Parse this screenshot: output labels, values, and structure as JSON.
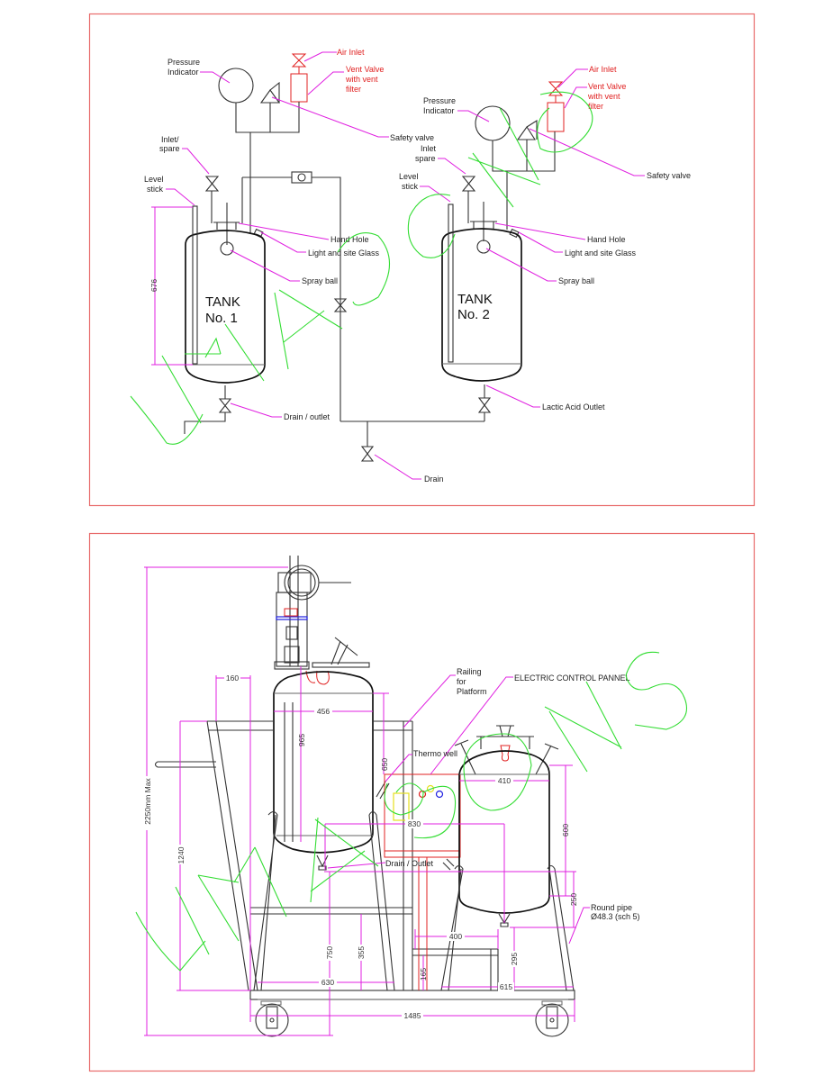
{
  "colors": {
    "frame": "#e86a6a",
    "leader": "#e020e0",
    "red_component": "#e02020",
    "watermark": "#33dd33",
    "line": "#333333"
  },
  "top_diagram": {
    "tank1": {
      "title_line1": "TANK",
      "title_line2": "No. 1",
      "pressure_indicator": [
        "Pressure",
        "Indicator"
      ],
      "air_inlet": "Air Inlet",
      "vent_valve": [
        "Vent Valve",
        "with vent",
        "filter"
      ],
      "safety_valve": "Safety valve",
      "inlet_spare": [
        "Inlet/",
        "spare"
      ],
      "level_stick": [
        "Level",
        "stick"
      ],
      "hand_hole": "Hand Hole",
      "light_glass": "Light and site Glass",
      "spray_ball": "Spray ball",
      "drain_outlet": "Drain / outlet",
      "level_dim": "676"
    },
    "tank2": {
      "title_line1": "TANK",
      "title_line2": "No. 2",
      "pressure_indicator": [
        "Pressure",
        "Indicator"
      ],
      "air_inlet": "Air Inlet",
      "vent_valve": [
        "Vent Valve",
        "with vent",
        "filter"
      ],
      "safety_valve": "Safety valve",
      "inlet_spare": [
        "Inlet",
        "spare"
      ],
      "level_stick": [
        "Level",
        "stick"
      ],
      "hand_hole": "Hand Hole",
      "light_glass": "Light and site Glass",
      "spray_ball": "Spray ball",
      "lactic_outlet": "Lactic Acid Outlet"
    },
    "drain": "Drain"
  },
  "bottom_diagram": {
    "labels": {
      "railing": [
        "Railing",
        "for",
        "Platform"
      ],
      "control_panel": "ELECTRIC CONTROL PANNEL",
      "thermo_well": "Thermo well",
      "drain_outlet": "Drain / Outlet",
      "round_pipe": [
        "Round pipe",
        "Ø48.3 (sch 5)"
      ]
    },
    "dimensions": {
      "overall_height": "2250mm Max",
      "d160": "160",
      "d456": "456",
      "d965": "965",
      "d650": "650",
      "d830": "830",
      "d410": "410",
      "d600": "600",
      "d250": "250",
      "d1240": "1240",
      "d750": "750",
      "d355": "355",
      "d630": "630",
      "d400": "400",
      "d165": "165",
      "d295": "295",
      "d615": "615",
      "d1485": "1485"
    }
  },
  "watermark": "UNAONS"
}
